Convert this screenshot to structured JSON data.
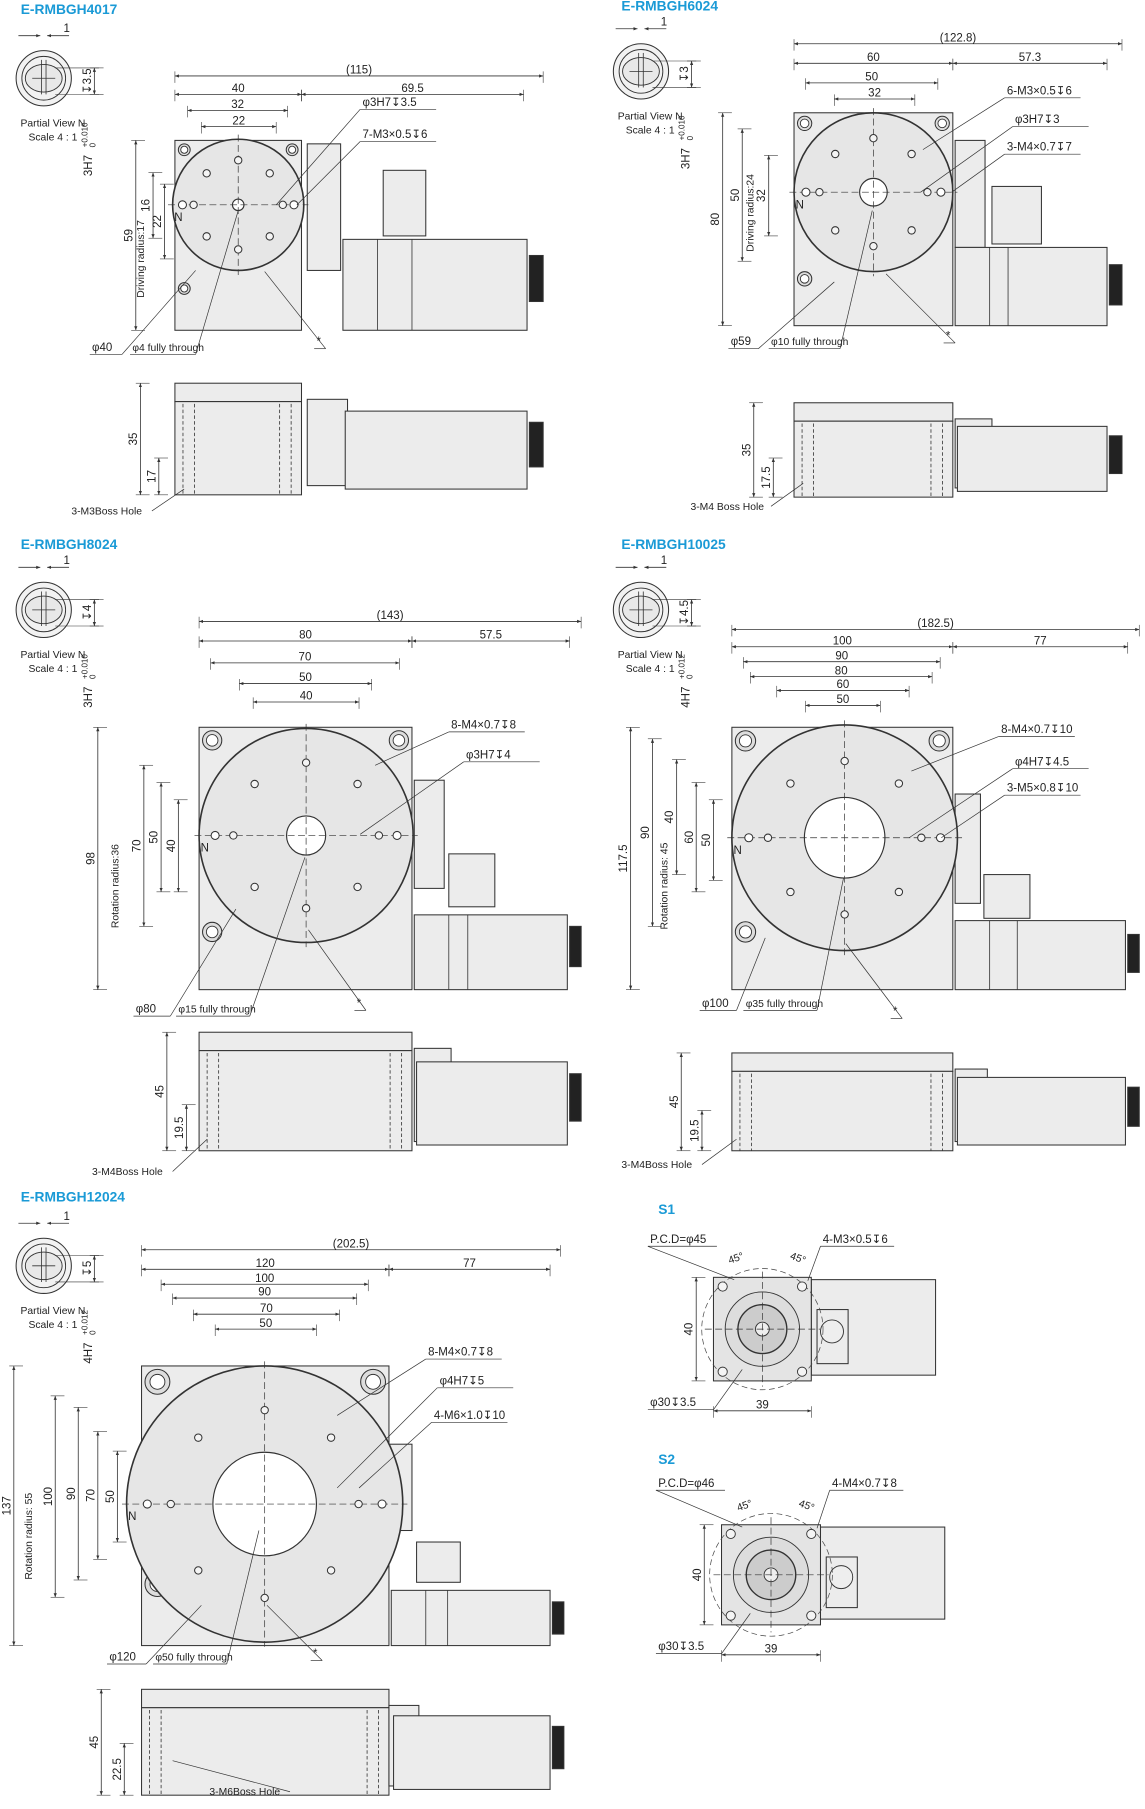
{
  "accent_color": "#1a9ad6",
  "models": [
    {
      "title": "E-RMBGH4017",
      "partial": {
        "dim": "1",
        "label": "Partial View N",
        "scale": "Scale 4 : 1",
        "tol_base": "3H7",
        "tol_upper": "+0.010",
        "tol_lower": "0",
        "tol_depth": "↧3.5"
      },
      "dims": {
        "overall": "(115)",
        "width": "40",
        "motor": "69.5",
        "inner_h": [
          "32",
          "22"
        ],
        "height": "59",
        "inner_v": [
          "16",
          "22"
        ],
        "radius": "Driving radius:17"
      },
      "callouts": [
        "φ3H7↧3.5",
        "7-M3×0.5↧6"
      ],
      "bottom": [
        "φ40",
        "φ4 fully through",
        "*"
      ],
      "side": {
        "height": "35",
        "boss_height": "17",
        "boss_label": "3-M3Boss Hole"
      }
    },
    {
      "title": "E-RMBGH6024",
      "partial": {
        "dim": "1",
        "label": "Partial View N",
        "scale": "Scale 4 : 1",
        "tol_base": "3H7",
        "tol_upper": "+0.010",
        "tol_lower": "0",
        "tol_depth": "↧3"
      },
      "dims": {
        "overall": "(122.8)",
        "width": "60",
        "motor": "57.3",
        "inner_h": [
          "50",
          "32"
        ],
        "height": "80",
        "inner_v": [
          "50",
          "32"
        ],
        "radius": "Driving radius:24"
      },
      "callouts": [
        "6-M3×0.5↧6",
        "φ3H7↧3",
        "3-M4×0.7↧7"
      ],
      "bottom": [
        "φ59",
        "φ10 fully through",
        "*"
      ],
      "side": {
        "height": "35",
        "boss_height": "17.5",
        "boss_label": "3-M4 Boss Hole"
      }
    },
    {
      "title": "E-RMBGH8024",
      "partial": {
        "dim": "1",
        "label": "Partial View N",
        "scale": "Scale 4 : 1",
        "tol_base": "3H7",
        "tol_upper": "+0.010",
        "tol_lower": "0",
        "tol_depth": "↧4"
      },
      "dims": {
        "overall": "(143)",
        "width": "80",
        "motor": "57.5",
        "inner_h": [
          "70",
          "50",
          "40"
        ],
        "height": "98",
        "inner_v": [
          "70",
          "50",
          "40"
        ],
        "radius": "Rotation radius:36"
      },
      "callouts": [
        "8-M4×0.7↧8",
        "φ3H7↧4"
      ],
      "bottom": [
        "φ80",
        "φ15 fully through",
        "*"
      ],
      "side": {
        "height": "45",
        "boss_height": "19.5",
        "boss_label": "3-M4Boss Hole"
      }
    },
    {
      "title": "E-RMBGH10025",
      "partial": {
        "dim": "1",
        "label": "Partial View N",
        "scale": "Scale 4 : 1",
        "tol_base": "4H7",
        "tol_upper": "+0.012",
        "tol_lower": "0",
        "tol_depth": "↧4.5"
      },
      "dims": {
        "overall": "(182.5)",
        "width": "100",
        "motor": "77",
        "inner_h": [
          "90",
          "80",
          "60",
          "50"
        ],
        "height": "117.5",
        "inner_v": [
          "90",
          "40",
          "60",
          "50"
        ],
        "radius": "Rotation radius: 45"
      },
      "callouts": [
        "8-M4×0.7↧10",
        "φ4H7↧4.5",
        "3-M5×0.8↧10"
      ],
      "bottom": [
        "φ100",
        "φ35 fully through",
        "*"
      ],
      "side": {
        "height": "45",
        "boss_height": "19.5",
        "boss_label": "3-M4Boss Hole"
      }
    },
    {
      "title": "E-RMBGH12024",
      "partial": {
        "dim": "1",
        "label": "Partial View N",
        "scale": "Scale 4 : 1",
        "tol_base": "4H7",
        "tol_upper": "+0.012",
        "tol_lower": "0",
        "tol_depth": "↧5"
      },
      "dims": {
        "overall": "(202.5)",
        "width": "120",
        "motor": "77",
        "inner_h": [
          "100",
          "90",
          "70",
          "50"
        ],
        "height": "137",
        "inner_v": [
          "100",
          "90",
          "70",
          "50"
        ],
        "radius": "Rotation radius: 55"
      },
      "callouts": [
        "8-M4×0.7↧8",
        "φ4H7↧5",
        "4-M6×1.0↧10"
      ],
      "bottom": [
        "φ120",
        "φ50 fully through",
        "*"
      ],
      "side": {
        "height": "45",
        "boss_height": "22.5",
        "boss_label": "3-M6Boss Hole"
      }
    }
  ],
  "n_label": "N",
  "options": [
    {
      "title": "S1",
      "pcd": "P.C.D=φ45",
      "thread": "4-M3×0.5↧6",
      "angle1": "45°",
      "angle2": "45°",
      "height": "40",
      "bore": "φ30↧3.5",
      "width": "39"
    },
    {
      "title": "S2",
      "pcd": "P.C.D=φ46",
      "thread": "4-M4×0.7↧8",
      "angle1": "45°",
      "angle2": "45°",
      "height": "40",
      "bore": "φ30↧3.5",
      "width": "39"
    }
  ]
}
